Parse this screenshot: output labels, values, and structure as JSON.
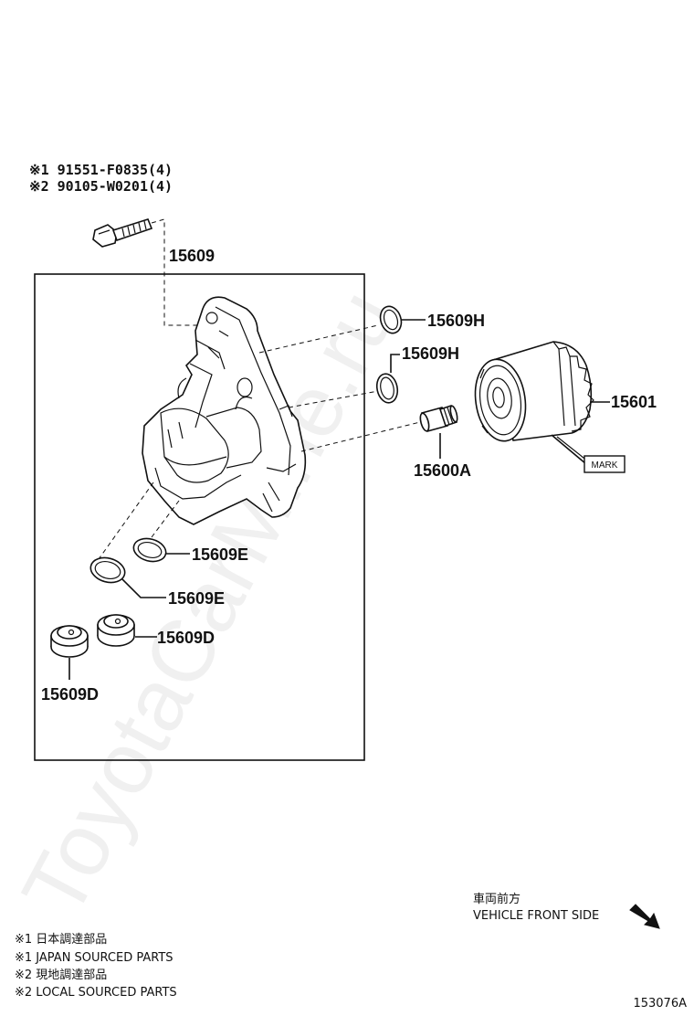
{
  "watermark": "ToyotaCarMine.ru",
  "bolt_callout": {
    "line1": "※1 91551-F0835(4)",
    "line2": "※2 90105-W0201(4)"
  },
  "labels": {
    "housing": "15609",
    "oring_top": "15609H",
    "oring_mid": "15609H",
    "filter": "15601",
    "mark": "MARK",
    "union": "15600A",
    "gasket_right": "15609E",
    "gasket_left": "15609E",
    "plug_right": "15609D",
    "plug_left": "15609D"
  },
  "direction": {
    "japanese": "車両前方",
    "english": "VEHICLE FRONT SIDE"
  },
  "legend": [
    "※1 日本調達部品",
    "※1 JAPAN SOURCED PARTS",
    "※2 現地調達部品",
    "※2 LOCAL SOURCED PARTS"
  ],
  "figure_number": "153076A"
}
